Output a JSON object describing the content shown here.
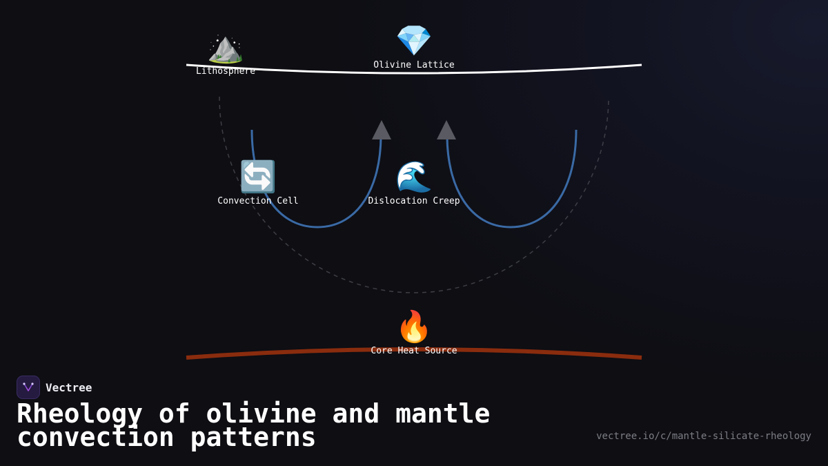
{
  "diagram": {
    "nodes": [
      {
        "id": "lithosphere",
        "label": "Lithosphere",
        "icon": "mountain-icon",
        "glyph": "⛰️"
      },
      {
        "id": "olivine",
        "label": "Olivine Lattice",
        "icon": "gem-icon",
        "glyph": "💎"
      },
      {
        "id": "convection",
        "label": "Convection Cell",
        "icon": "cycle-arrows-icon",
        "glyph": "🔄"
      },
      {
        "id": "creep",
        "label": "Dislocation Creep",
        "icon": "wave-icon",
        "glyph": "🌊"
      },
      {
        "id": "core",
        "label": "Core Heat Source",
        "icon": "fire-icon",
        "glyph": "🔥"
      }
    ],
    "colors": {
      "surface_line": "#ffffff",
      "core_line": "#8a2c0e",
      "flow_lines": "#3a6aa5",
      "arrowheads": "#5a5a62",
      "dashed_arc": "#3e3e46"
    }
  },
  "brand": {
    "name": "Vectree",
    "icon": "vectree-logo-icon"
  },
  "title": "Rheology of olivine and mantle convection patterns",
  "url": "vectree.io/c/mantle-silicate-rheology"
}
